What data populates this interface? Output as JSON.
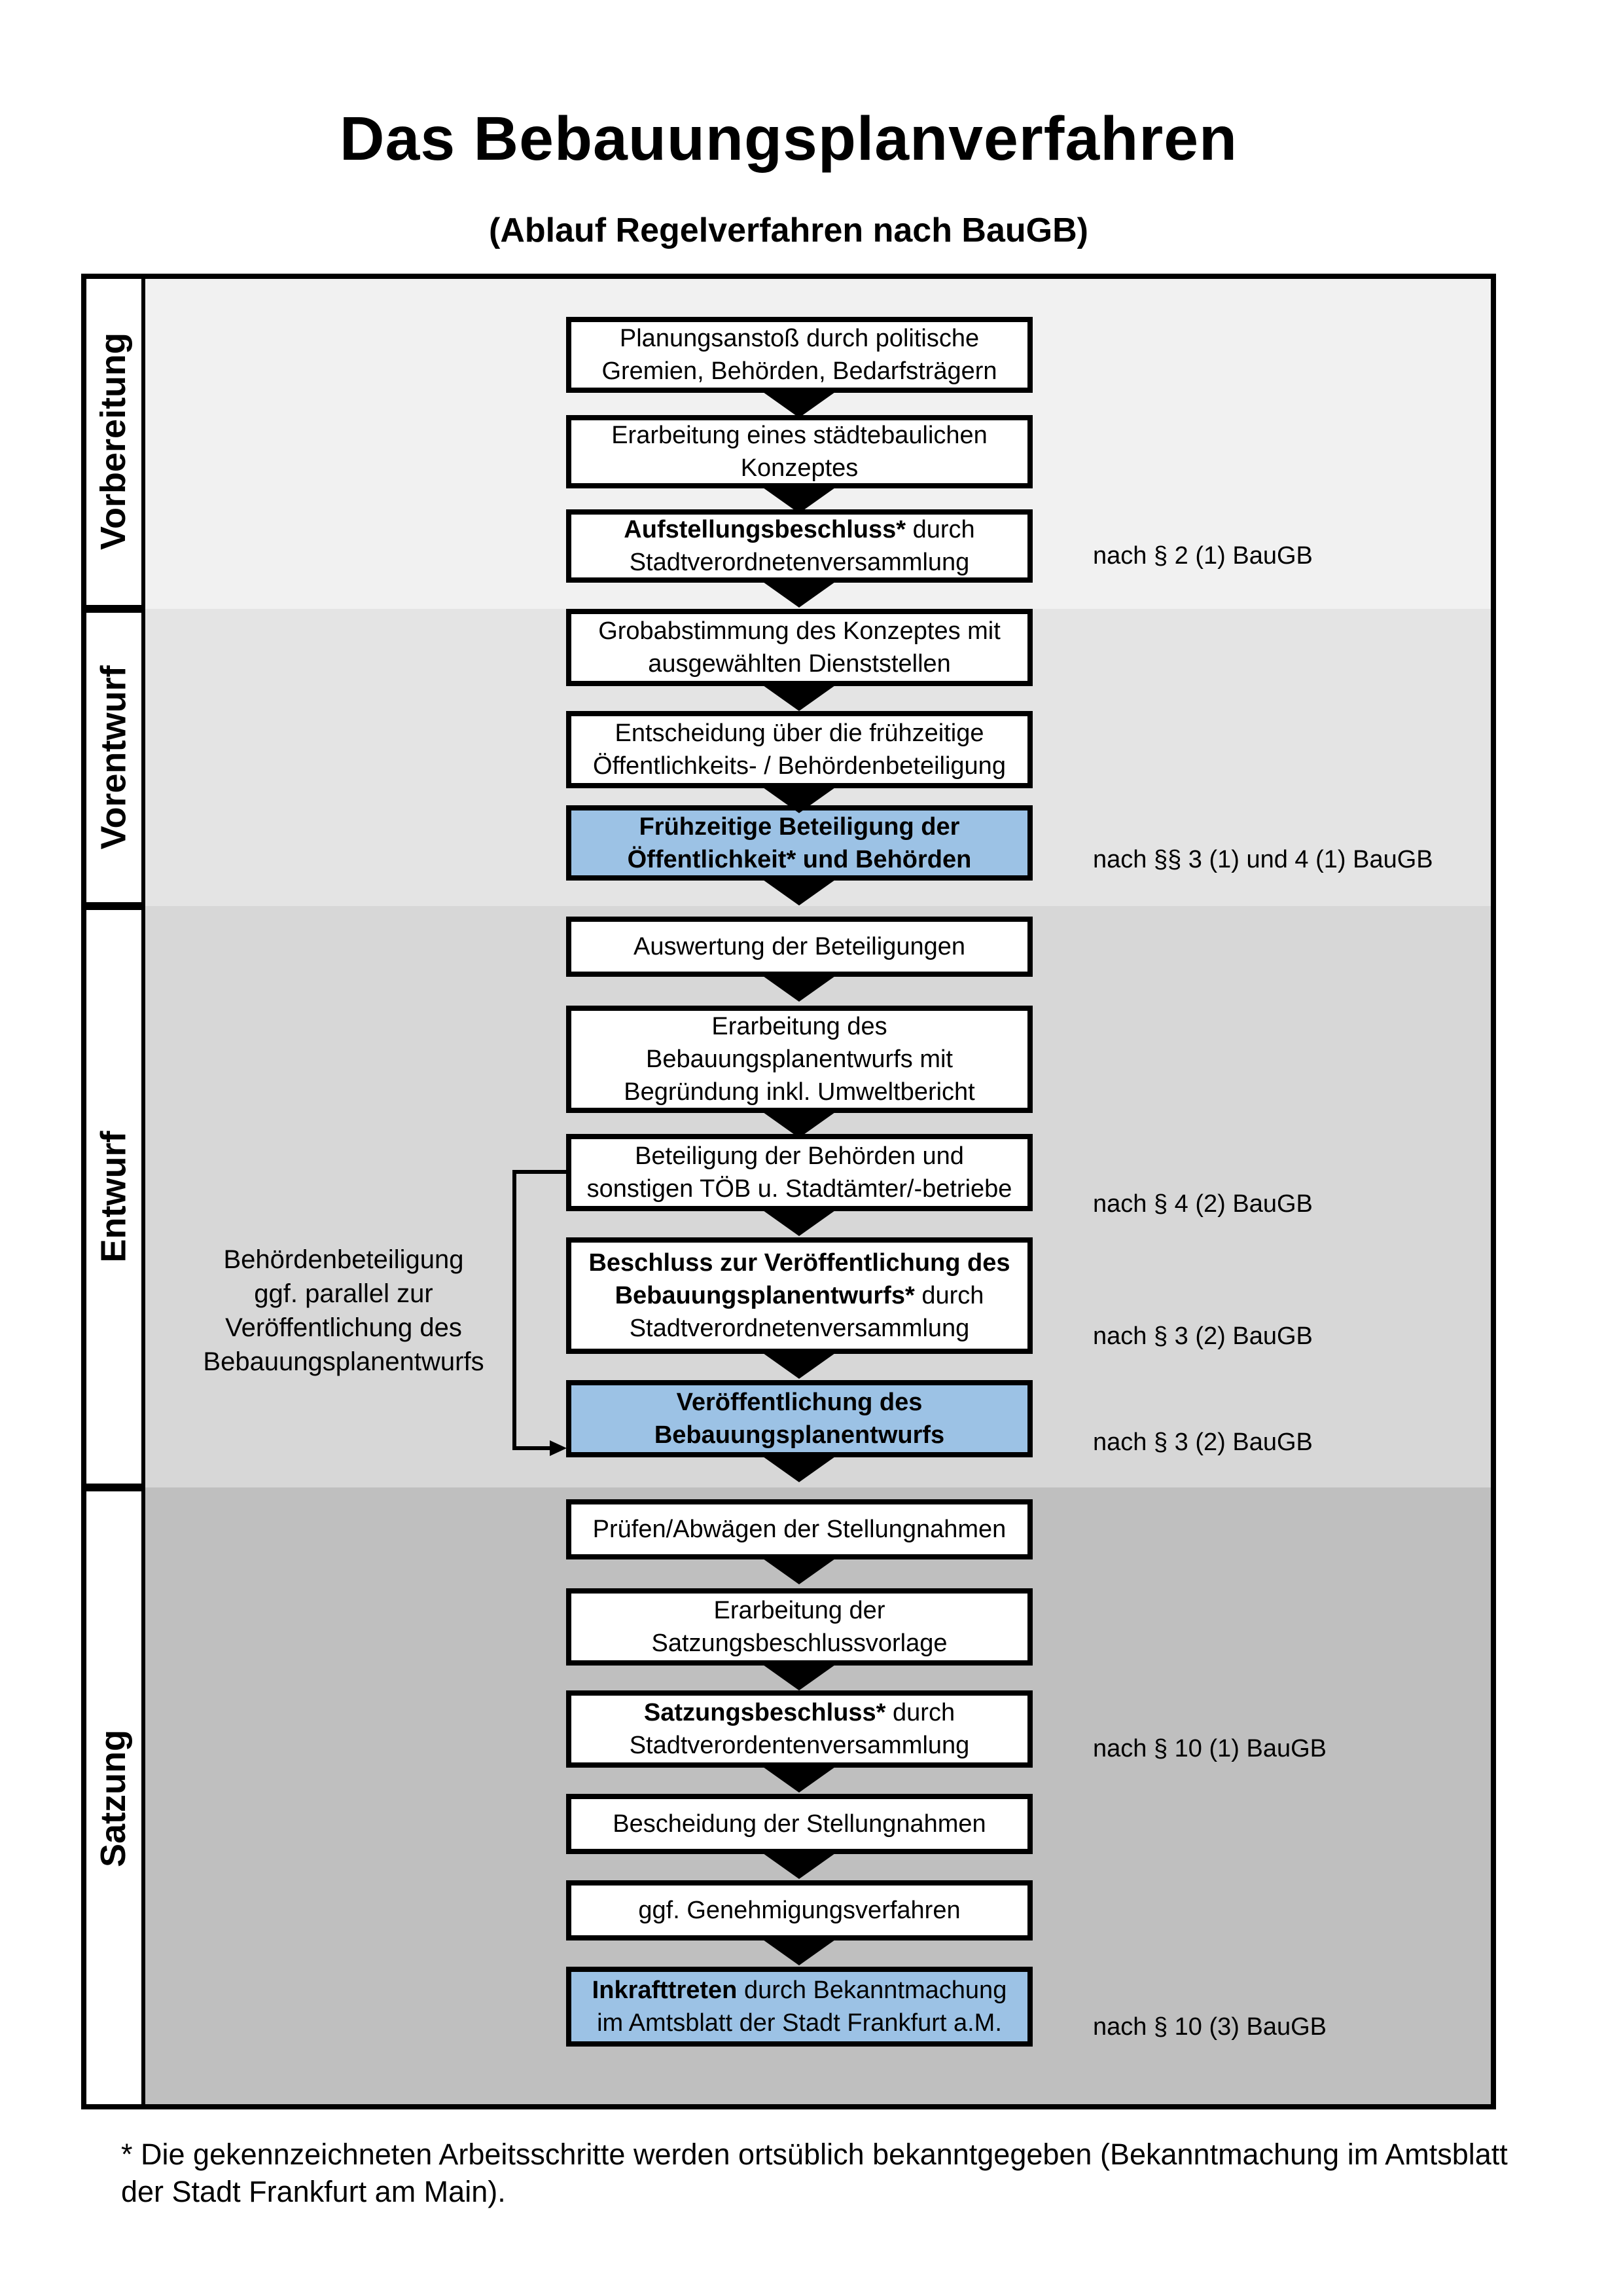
{
  "title": "Das Bebauungsplanverfahren",
  "subtitle": "(Ablauf Regelverfahren nach BauGB)",
  "colors": {
    "highlight": "#9cc2e5",
    "phase1_bg": "#f1f1f1",
    "phase2_bg": "#e4e4e4",
    "phase3_bg": "#d7d7d7",
    "phase4_bg": "#bfbfbf",
    "box_border": "#000000"
  },
  "phases": [
    {
      "label": "Vorbereitung",
      "boxes": [
        {
          "highlighted": false,
          "lines": [
            [
              {
                "t": "Planungsanstoß durch politische",
                "b": false
              }
            ],
            [
              {
                "t": "Gremien, Behörden, Bedarfsträgern",
                "b": false
              }
            ]
          ]
        },
        {
          "highlighted": false,
          "lines": [
            [
              {
                "t": "Erarbeitung eines städtebaulichen",
                "b": false
              }
            ],
            [
              {
                "t": "Konzeptes",
                "b": false
              }
            ]
          ]
        },
        {
          "highlighted": false,
          "ref": "nach § 2 (1) BauGB",
          "lines": [
            [
              {
                "t": "Aufstellungsbeschluss*",
                "b": true
              },
              {
                "t": " durch",
                "b": false
              }
            ],
            [
              {
                "t": "Stadtverordnetenversammlung",
                "b": false
              }
            ]
          ]
        }
      ]
    },
    {
      "label": "Vorentwurf",
      "boxes": [
        {
          "highlighted": false,
          "lines": [
            [
              {
                "t": "Grobabstimmung des Konzeptes mit",
                "b": false
              }
            ],
            [
              {
                "t": "ausgewählten Dienststellen",
                "b": false
              }
            ]
          ]
        },
        {
          "highlighted": false,
          "lines": [
            [
              {
                "t": "Entscheidung über die frühzeitige",
                "b": false
              }
            ],
            [
              {
                "t": "Öffentlichkeits- / Behördenbeteiligung",
                "b": false
              }
            ]
          ]
        },
        {
          "highlighted": true,
          "ref": "nach §§ 3 (1) und 4 (1) BauGB",
          "lines": [
            [
              {
                "t": "Frühzeitige Beteiligung der",
                "b": true
              }
            ],
            [
              {
                "t": "Öffentlichkeit* und Behörden",
                "b": true
              }
            ]
          ]
        }
      ]
    },
    {
      "label": "Entwurf",
      "annotation": {
        "lines": [
          "Behördenbeteiligung",
          "ggf. parallel zur",
          "Veröffentlichung des",
          "Bebauungsplanentwurfs"
        ]
      },
      "boxes": [
        {
          "highlighted": false,
          "lines": [
            [
              {
                "t": "Auswertung der Beteiligungen",
                "b": false
              }
            ]
          ]
        },
        {
          "highlighted": false,
          "lines": [
            [
              {
                "t": "Erarbeitung des",
                "b": false
              }
            ],
            [
              {
                "t": "Bebauungsplanentwurfs mit",
                "b": false
              }
            ],
            [
              {
                "t": "Begründung inkl. Umweltbericht",
                "b": false
              }
            ]
          ]
        },
        {
          "highlighted": false,
          "ref": "nach § 4 (2) BauGB",
          "lines": [
            [
              {
                "t": "Beteiligung der Behörden und",
                "b": false
              }
            ],
            [
              {
                "t": "sonstigen TÖB u. Stadtämter/-betriebe",
                "b": false
              }
            ]
          ]
        },
        {
          "highlighted": false,
          "ref": "nach § 3 (2) BauGB",
          "lines": [
            [
              {
                "t": "Beschluss zur Veröffentlichung des",
                "b": true
              }
            ],
            [
              {
                "t": "Bebauungsplanentwurfs*",
                "b": true
              },
              {
                "t": " durch",
                "b": false
              }
            ],
            [
              {
                "t": "Stadtverordnetenversammlung",
                "b": false
              }
            ]
          ]
        },
        {
          "highlighted": true,
          "ref": "nach § 3 (2) BauGB",
          "lines": [
            [
              {
                "t": "Veröffentlichung des",
                "b": true
              }
            ],
            [
              {
                "t": "Bebauungsplanentwurfs",
                "b": true
              }
            ]
          ]
        }
      ]
    },
    {
      "label": "Satzung",
      "boxes": [
        {
          "highlighted": false,
          "lines": [
            [
              {
                "t": "Prüfen/Abwägen der Stellungnahmen",
                "b": false
              }
            ]
          ]
        },
        {
          "highlighted": false,
          "lines": [
            [
              {
                "t": "Erarbeitung der",
                "b": false
              }
            ],
            [
              {
                "t": "Satzungsbeschlussvorlage",
                "b": false
              }
            ]
          ]
        },
        {
          "highlighted": false,
          "ref": "nach § 10 (1) BauGB",
          "lines": [
            [
              {
                "t": "Satzungsbeschluss*",
                "b": true
              },
              {
                "t": " durch",
                "b": false
              }
            ],
            [
              {
                "t": "Stadtverordentenversammlung",
                "b": false
              }
            ]
          ]
        },
        {
          "highlighted": false,
          "lines": [
            [
              {
                "t": "Bescheidung der Stellungnahmen",
                "b": false
              }
            ]
          ]
        },
        {
          "highlighted": false,
          "lines": [
            [
              {
                "t": "ggf. Genehmigungsverfahren",
                "b": false
              }
            ]
          ]
        },
        {
          "highlighted": true,
          "ref": "nach § 10 (3) BauGB",
          "lines": [
            [
              {
                "t": "Inkrafttreten",
                "b": true
              },
              {
                "t": " durch Bekanntmachung",
                "b": false
              }
            ],
            [
              {
                "t": "im Amtsblatt der Stadt Frankfurt a.M.",
                "b": false
              }
            ]
          ]
        }
      ]
    }
  ],
  "footnote": "* Die gekennzeichneten Arbeitsschritte werden ortsüblich bekanntgegeben (Bekanntmachung im Amtsblatt  der Stadt Frankfurt am Main)."
}
